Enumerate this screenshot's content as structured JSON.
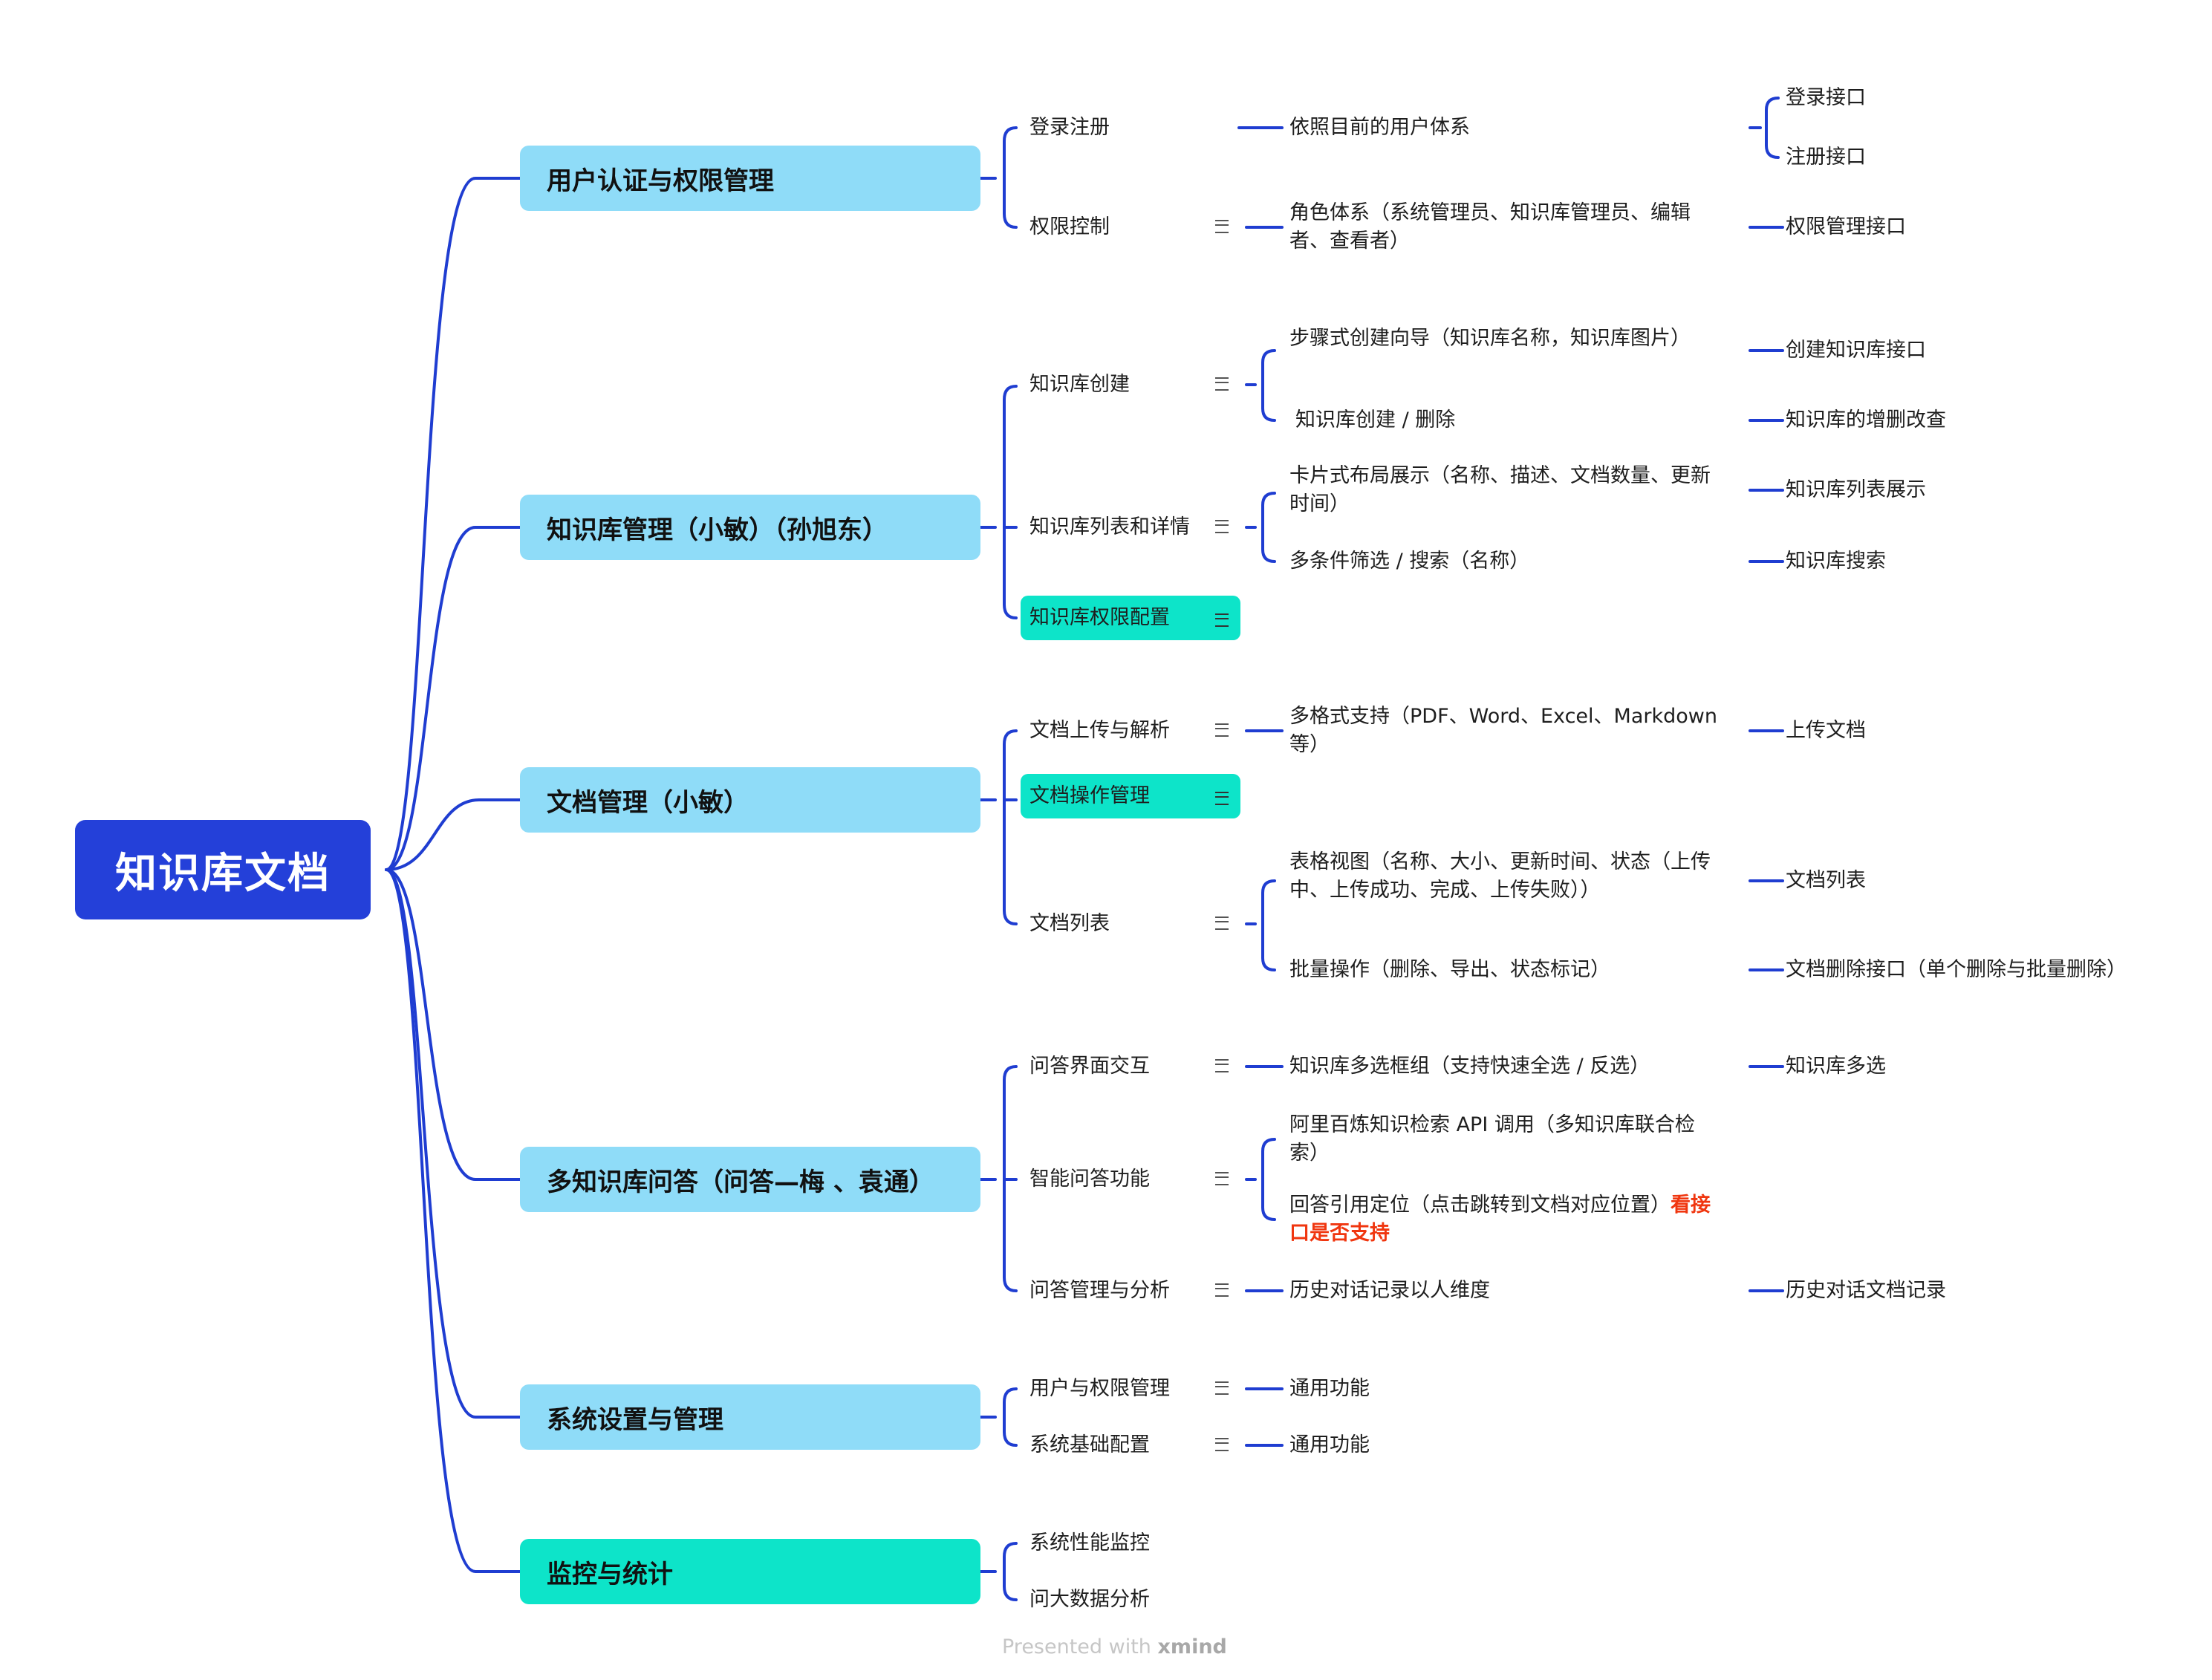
{
  "root": "知识库文档",
  "branches": {
    "auth": {
      "title": "用户认证与权限管理",
      "login": {
        "label": "登录注册",
        "detail": "依照目前的用户体系",
        "api1": "登录接口",
        "api2": "注册接口"
      },
      "perm": {
        "label": "权限控制",
        "detail_l1": "角色体系（系统管理员、知识库管理员、编辑",
        "detail_l2": "者、查看者）",
        "api": "权限管理接口"
      }
    },
    "kb": {
      "title": "知识库管理（小敏）（孙旭东）",
      "create": {
        "label": "知识库创建",
        "d1": "步骤式创建向导（知识库名称，知识库图片）",
        "api1": "创建知识库接口",
        "d2": "知识库创建 / 删除",
        "api2": "知识库的增删改查"
      },
      "list": {
        "label": "知识库列表和详情",
        "d1_l1": "卡片式布局展示（名称、描述、文档数量、更新",
        "d1_l2": "时间）",
        "api1": "知识库列表展示",
        "d2": "多条件筛选 / 搜索（名称）",
        "api2": "知识库搜索"
      },
      "perm": {
        "label": "知识库权限配置"
      }
    },
    "doc": {
      "title": "文档管理（小敏）",
      "upload": {
        "label": "文档上传与解析",
        "d_l1": "多格式支持（PDF、Word、Excel、Markdown",
        "d_l2": "等）",
        "api": "上传文档"
      },
      "ops": {
        "label": "文档操作管理"
      },
      "list": {
        "label": "文档列表",
        "d1_l1": "表格视图（名称、大小、更新时间、状态（上传",
        "d1_l2": "中、上传成功、完成、上传失败））",
        "api1": "文档列表",
        "d2": "批量操作（删除、导出、状态标记）",
        "api2": "文档删除接口（单个删除与批量删除）"
      }
    },
    "qa": {
      "title": "多知识库问答（问答—梅 、袁通）",
      "ui": {
        "label": "问答界面交互",
        "d": "知识库多选框组（支持快速全选 / 反选）",
        "api": "知识库多选"
      },
      "smart": {
        "label": "智能问答功能",
        "d1_l1": "阿里百炼知识检索 API 调用（多知识库联合检",
        "d1_l2": "索）",
        "d2_a": "回答引用定位（点击跳转到文档对应位置）",
        "d2_b": "看接",
        "d2_c": "口是否支持"
      },
      "mgmt": {
        "label": "问答管理与分析",
        "d": "历史对话记录以人维度",
        "api": "历史对话文档记录"
      }
    },
    "sys": {
      "title": "系统设置与管理",
      "user": {
        "label": "用户与权限管理",
        "d": "通用功能"
      },
      "base": {
        "label": "系统基础配置",
        "d": "通用功能"
      }
    },
    "mon": {
      "title": "监控与统计",
      "perf": "系统性能监控",
      "data": "问大数据分析"
    }
  },
  "footer": {
    "prefix": "Presented with ",
    "brand": "xmind"
  },
  "colors": {
    "line": "#1f3dd1",
    "root_bg": "#2440d9",
    "topic_bg": "#8fdcf8",
    "highlight_bg": "#0de4c9",
    "warn_text": "#f0360f"
  }
}
